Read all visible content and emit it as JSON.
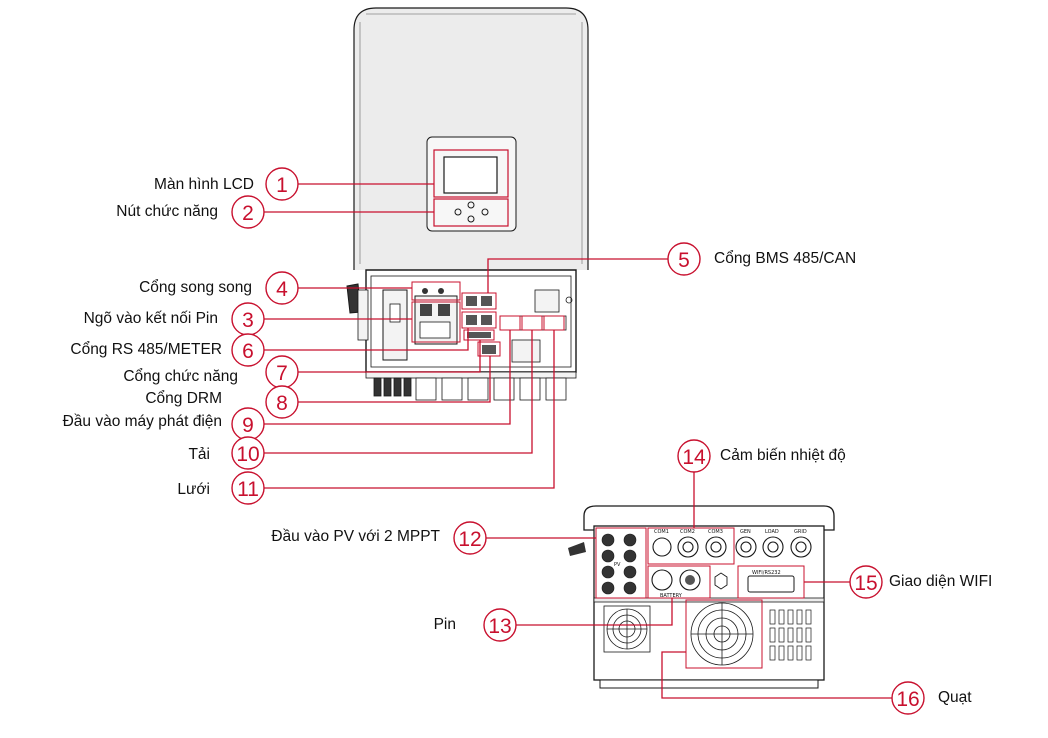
{
  "callouts": [
    {
      "number": "1",
      "label": "Màn hình LCD"
    },
    {
      "number": "2",
      "label": "Nút chức năng"
    },
    {
      "number": "3",
      "label": "Ngõ vào kết nối Pin"
    },
    {
      "number": "4",
      "label": "Cổng song song"
    },
    {
      "number": "5",
      "label": "Cổng BMS 485/CAN"
    },
    {
      "number": "6",
      "label": "Cổng RS 485/METER"
    },
    {
      "number": "7",
      "label": "Cổng chức năng"
    },
    {
      "number": "8",
      "label": "Cổng DRM"
    },
    {
      "number": "9",
      "label": "Đầu vào máy phát điện"
    },
    {
      "number": "10",
      "label": "Tải"
    },
    {
      "number": "11",
      "label": "Lưới"
    },
    {
      "number": "12",
      "label": "Đầu vào PV với 2 MPPT"
    },
    {
      "number": "13",
      "label": "Pin"
    },
    {
      "number": "14",
      "label": "Cảm biến nhiệt độ"
    },
    {
      "number": "15",
      "label": "Giao diện WIFI"
    },
    {
      "number": "16",
      "label": "Quạt"
    }
  ],
  "device_markings": {
    "ports": [
      "COM1",
      "COM2",
      "COM3",
      "GEN",
      "LOAD",
      "GRID"
    ],
    "pv": "PV",
    "battery": "BATTERY",
    "wifi": "WIFI/RS232"
  },
  "colors": {
    "callout": "#c8102e",
    "outline": "#1a1a1a",
    "body_fill": "#ececec"
  }
}
